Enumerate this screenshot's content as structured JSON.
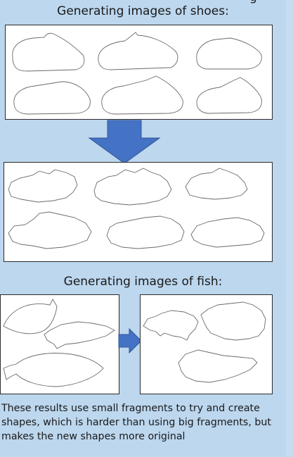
{
  "top_text_fragment": "g",
  "shoes_heading": "Generating images of shoes:",
  "fish_heading": "Generating images of fish:",
  "caption": "These results use small fragments to try and create shapes, which is harder than using big fragments, but makes the new shapes more original",
  "colors": {
    "panel_background": "#bcd7ee",
    "arrow_fill": "#4472c4",
    "arrow_stroke": "#2f5597",
    "outline_stroke": "#6a6a6a",
    "box_border": "#2b2b2b"
  }
}
